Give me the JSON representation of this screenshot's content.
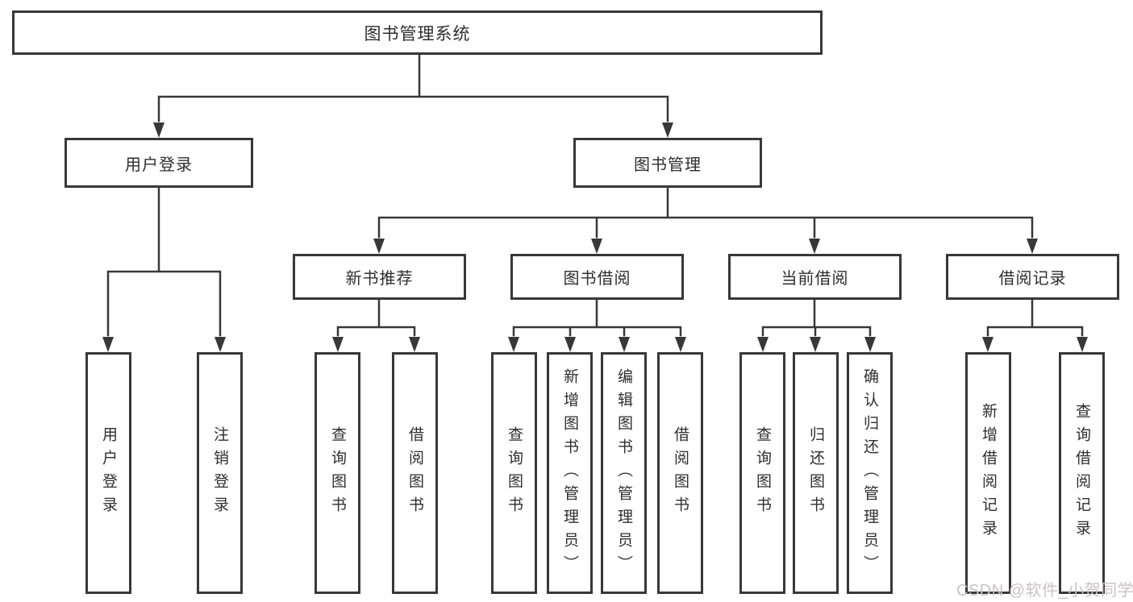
{
  "root": {
    "label": "图书管理系统"
  },
  "level2": [
    {
      "label": "用户登录"
    },
    {
      "label": "图书管理"
    }
  ],
  "level3": [
    {
      "label": "新书推荐"
    },
    {
      "label": "图书借阅"
    },
    {
      "label": "当前借阅"
    },
    {
      "label": "借阅记录"
    }
  ],
  "leaves": [
    {
      "label": "用户登录"
    },
    {
      "label": "注销登录"
    },
    {
      "label": "查询图书"
    },
    {
      "label": "借阅图书"
    },
    {
      "label": "查询图书"
    },
    {
      "label": "新增图书（管理员）"
    },
    {
      "label": "编辑图书（管理员）"
    },
    {
      "label": "借阅图书"
    },
    {
      "label": "查询图书"
    },
    {
      "label": "归还图书"
    },
    {
      "label": "确认归还（管理员）"
    },
    {
      "label": "新增借阅记录"
    },
    {
      "label": "查询借阅记录"
    }
  ],
  "watermark": {
    "text": "CSDN @软件_小贺同学"
  },
  "colors": {
    "line": "#383838",
    "box_border": "#383838",
    "box_fill": "#ffffff",
    "text": "#2e2e2e",
    "watermark_text": "#c9c2c6",
    "background": "#ffffff"
  }
}
